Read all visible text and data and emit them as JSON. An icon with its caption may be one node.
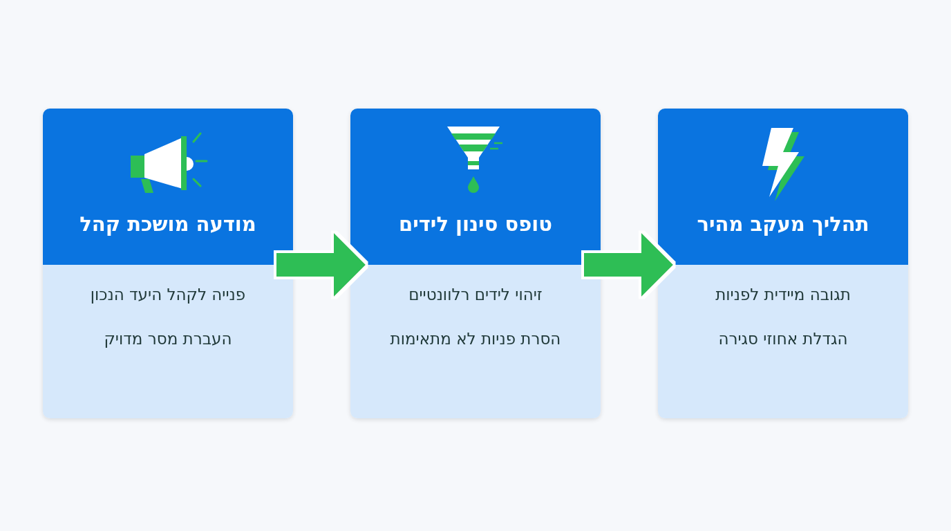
{
  "diagram": {
    "nodes": [
      {
        "text": [
          "מודעה מושכת קהל",
          "פנייה לקהל היעד הנכון",
          "העברת מסר מדויק"
        ]
      },
      {
        "text": [
          "טופס סינון לידים",
          "זיהוי לידים רלוונטיים",
          "הסרת פניות לא מתאימות"
        ]
      },
      {
        "text": [
          "תהליך מעקב מהיר",
          "תגובה מיידית לפניות",
          "הגדלת אחוזי סגירה"
        ]
      }
    ],
    "edges": [
      {
        "from": 0,
        "to": 1,
        "arrow": "to"
      },
      {
        "from": 1,
        "to": 2,
        "arrow": "to"
      }
    ]
  }
}
